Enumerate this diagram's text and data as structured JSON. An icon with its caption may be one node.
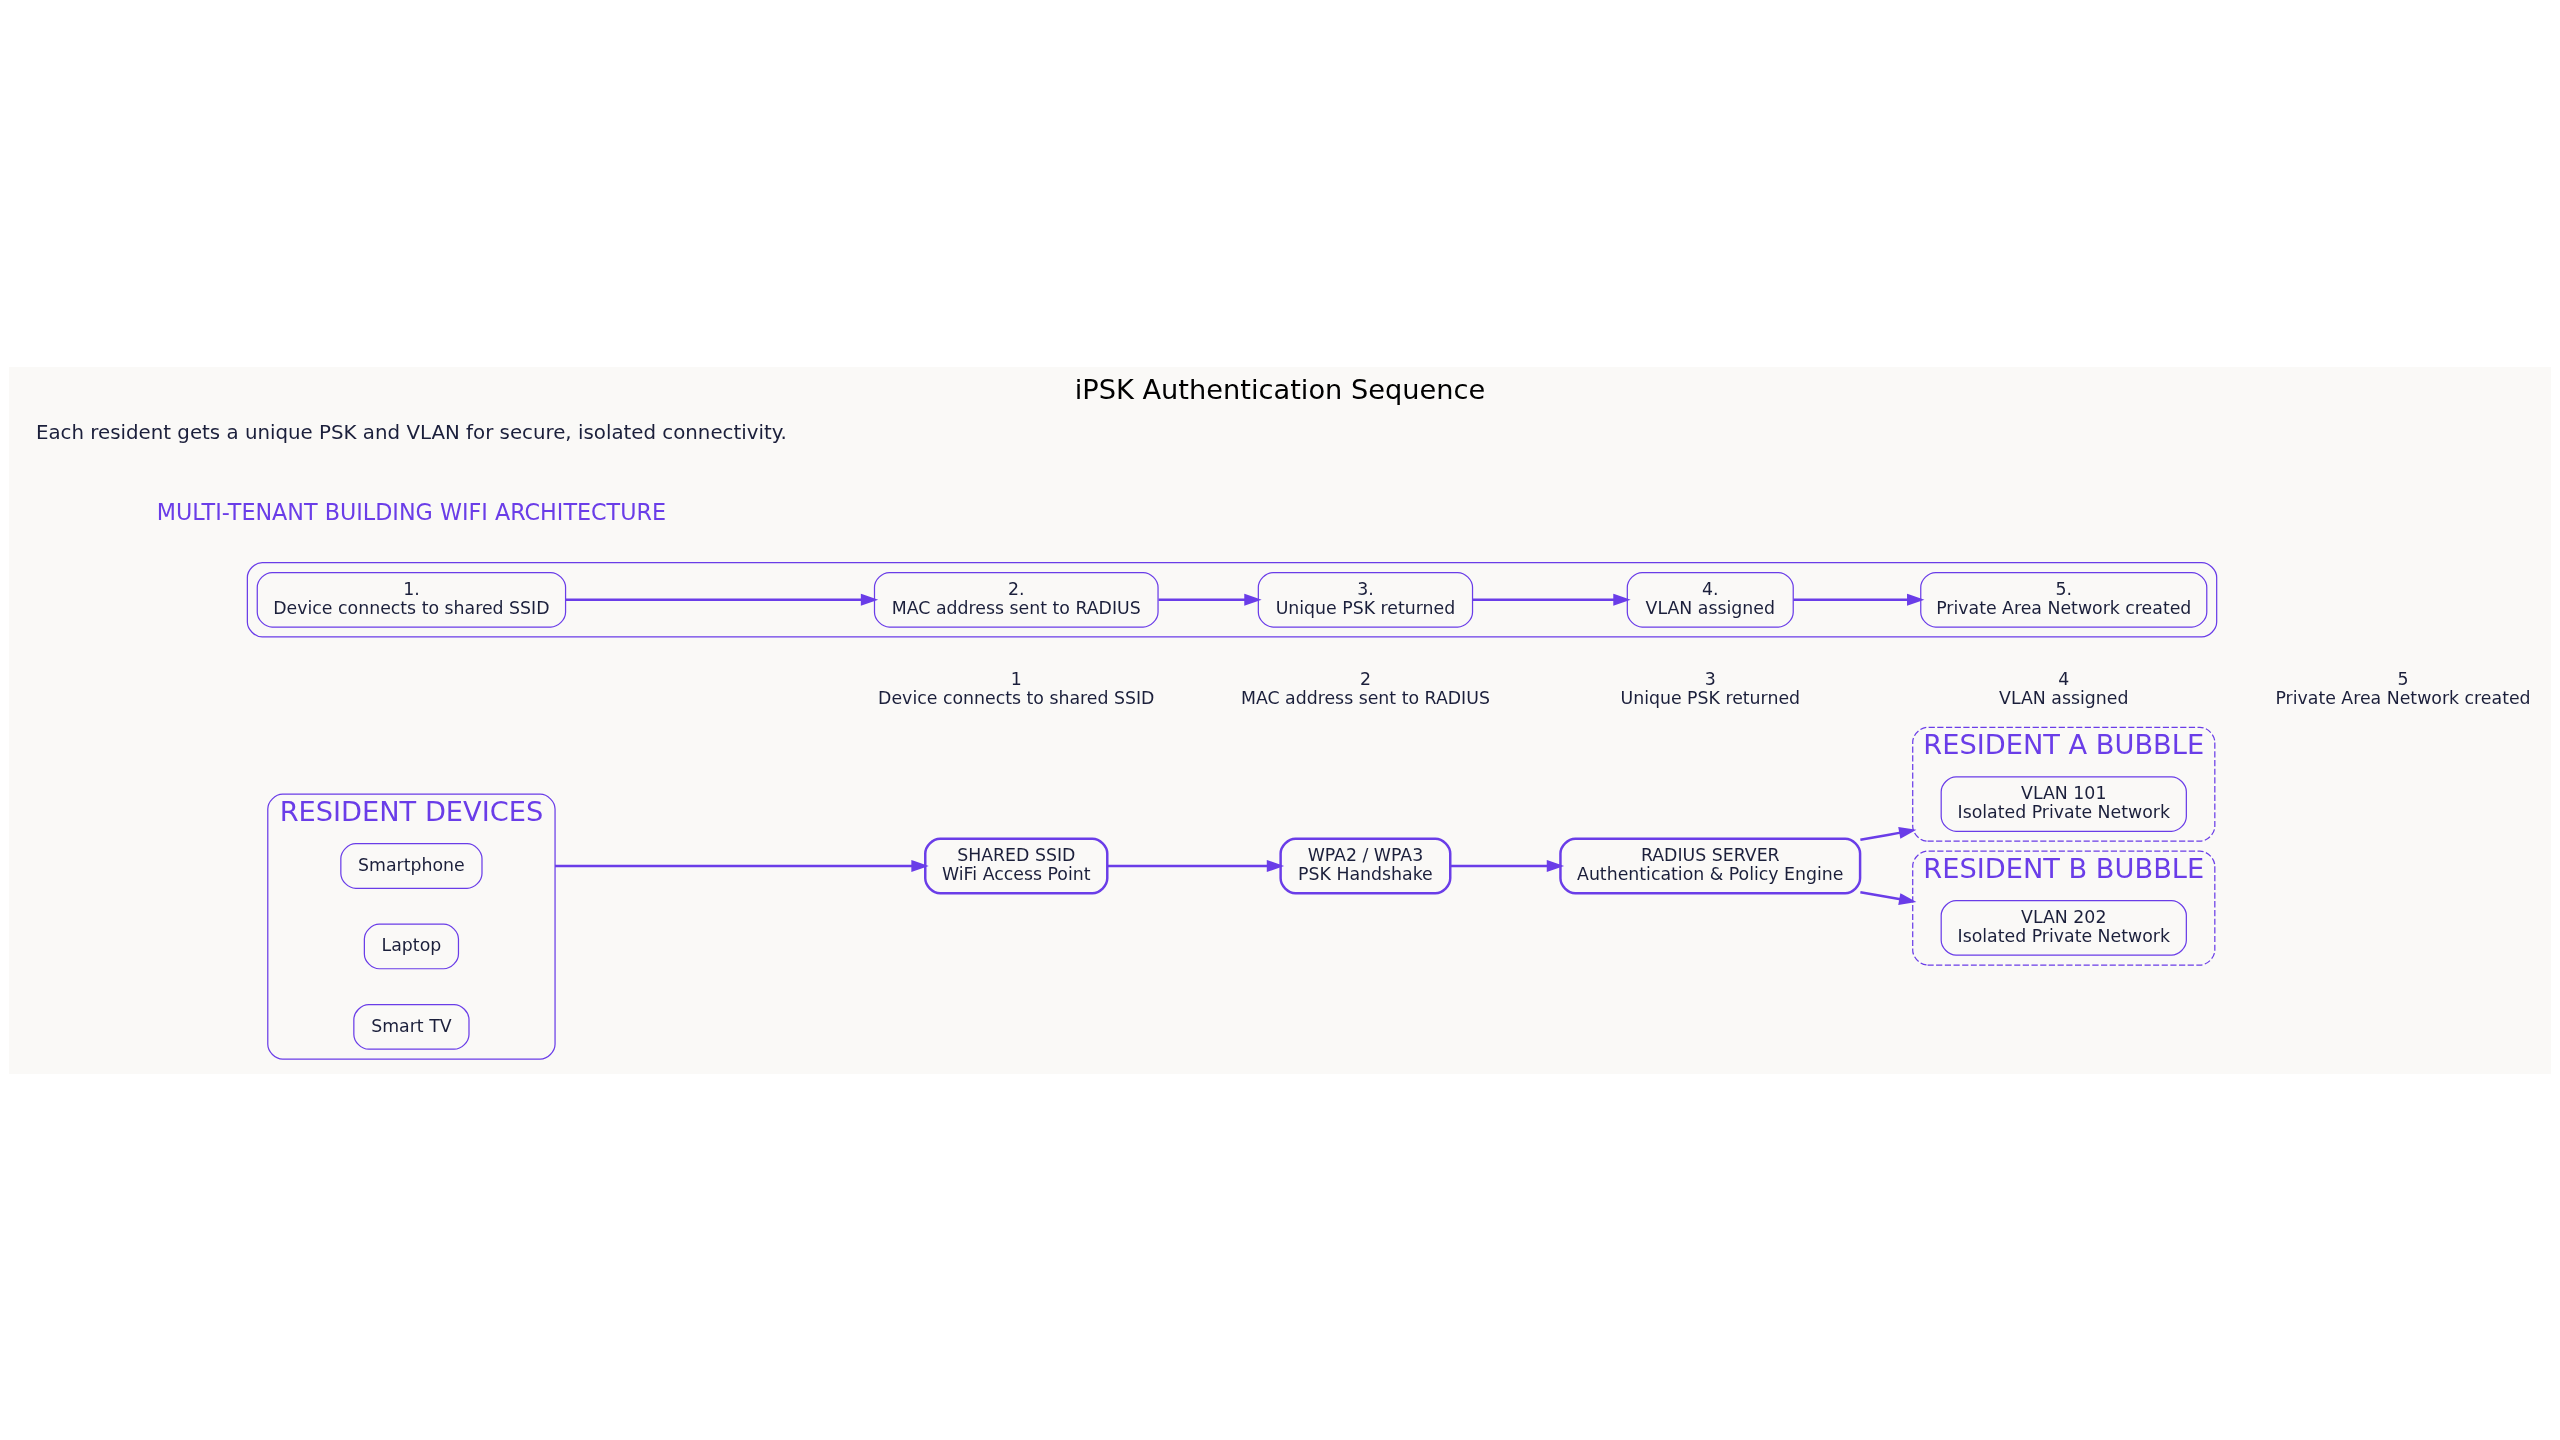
{
  "diagram": {
    "title": "iPSK Authentication Sequence",
    "caption": "Each resident gets a unique PSK and VLAN for secure, isolated connectivity.",
    "labels": [
      "MULTI-TENANT BUILDING WIFI ARCHITECTURE"
    ],
    "nodes": [
      {
        "text": [
          "RESIDENT DEVICES"
        ]
      },
      {
        "text": [
          "Smartphone"
        ],
        "in": 0
      },
      {
        "text": [
          "Laptop"
        ],
        "in": 0
      },
      {
        "text": [
          "Smart TV"
        ],
        "in": 0
      },
      {
        "text": [
          "1",
          "Device connects to shared SSID"
        ]
      },
      {
        "text": [
          "2",
          "MAC address sent to RADIUS"
        ]
      },
      {
        "text": [
          "3",
          "Unique PSK returned"
        ]
      },
      {
        "text": [
          "4",
          "VLAN assigned"
        ]
      },
      {
        "text": [
          "5",
          "Private Area Network created"
        ]
      },
      {
        "text": [
          "SHARED SSID",
          "WiFi Access Point"
        ]
      },
      {
        "text": [
          "WPA2 / WPA3",
          "PSK Handshake"
        ]
      },
      {
        "text": [
          "RADIUS SERVER",
          "Authentication & Policy Engine"
        ]
      },
      {
        "text": [
          "RESIDENT A BUBBLE"
        ]
      },
      {
        "text": [
          "VLAN 101",
          "Isolated Private Network"
        ],
        "in": 12
      },
      {
        "text": [
          "RESIDENT B BUBBLE"
        ]
      },
      {
        "text": [
          "VLAN 202",
          "Isolated Private Network"
        ],
        "in": 14
      },
      {
        "text": [],
        "shape": "box"
      },
      {
        "text": [
          "1.",
          "Device connects to shared SSID"
        ],
        "in": 16
      },
      {
        "text": [
          "2.",
          "MAC address sent to RADIUS"
        ],
        "in": 16
      },
      {
        "text": [
          "3.",
          "Unique PSK returned"
        ],
        "in": 16
      },
      {
        "text": [
          "4.",
          "VLAN assigned"
        ],
        "in": 16
      },
      {
        "text": [
          "5.",
          "Private Area Network created"
        ],
        "in": 16
      }
    ],
    "edges": [
      {
        "from": 0,
        "to": 9,
        "arrow": "to"
      },
      {
        "from": 9,
        "to": 10,
        "arrow": "to"
      },
      {
        "from": 10,
        "to": 11,
        "arrow": "to"
      },
      {
        "from": 11,
        "to": 12,
        "arrow": "to"
      },
      {
        "from": 11,
        "to": 14,
        "arrow": "to"
      },
      {
        "from": 17,
        "to": 18,
        "arrow": "to"
      },
      {
        "from": 18,
        "to": 19,
        "arrow": "to"
      },
      {
        "from": 19,
        "to": 20,
        "arrow": "to"
      },
      {
        "from": 20,
        "to": 21,
        "arrow": "to"
      }
    ]
  }
}
